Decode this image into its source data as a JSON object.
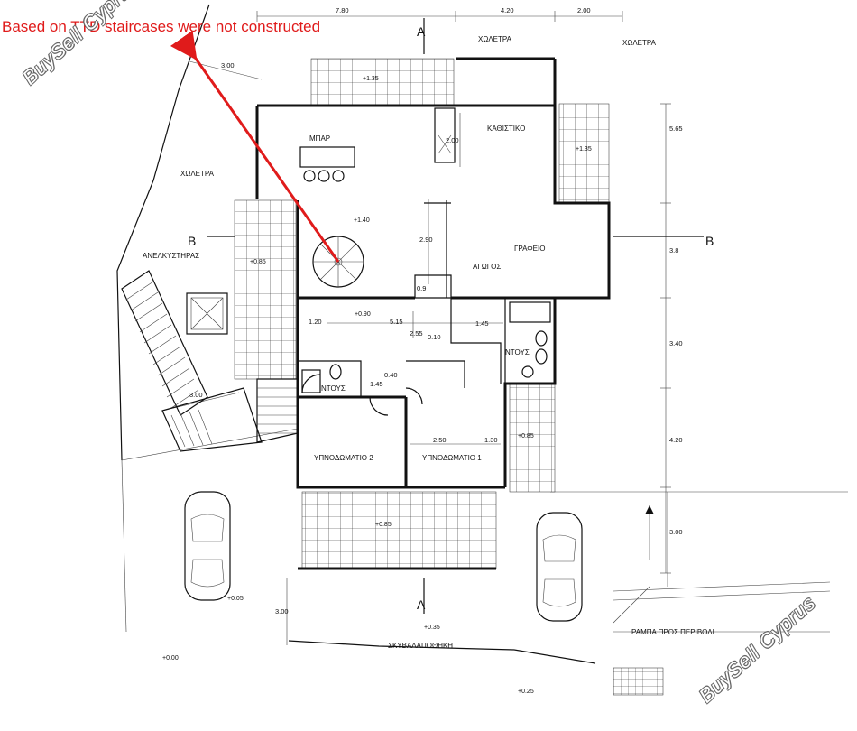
{
  "annotation": {
    "text": "Based on TTD staircases were not constructed",
    "color": "#e01b1b"
  },
  "watermark": "BuySell Cyprus",
  "rooms": {
    "bar": "ΜΠΑΡ",
    "living": "ΚΑΘΙΣΤΙΚΟ",
    "office": "ΓΡΑΦΕΙΟ",
    "bedroom2": "ΥΠΝΟΔΩΜΑΤΙΟ 2",
    "bedroom1": "ΥΠΝΟΔΩΜΑΤΙΟ 1",
    "shower_left": "ΝΤΟΥΣ",
    "shower_right": "ΝΤΟΥΣ",
    "ramp": "ΡΑΜΠΑ ΠΡΟΣ ΠΕΡΙΒΟΛΙ"
  },
  "labels": {
    "gutter_top": "ΧΩΛΕΤΡΑ",
    "gutter_right": "ΧΩΛΕΤΡΑ",
    "gutter_left": "ΧΩΛΕΤΡΑ",
    "elevator": "ΑΝΕΛΚΥΣΤΗΡΑΣ",
    "duct": "ΑΓΩΓΟΣ",
    "storage": "ΣΚΥΒΑΛΑΠΟΘΗΚΗ"
  },
  "section_marks": {
    "a_top": "A",
    "a_bottom": "A",
    "b_left": "B",
    "b_right": "B"
  },
  "dimensions": {
    "top_1": "7.80",
    "top_2": "4.20",
    "top_3": "2.00",
    "right_1": "5.65",
    "right_2": "3.8",
    "right_3": "3.40",
    "right_4": "4.20",
    "right_5": "3.00",
    "stair_top": "3.00",
    "stair_bottom": "3.00",
    "parking": "3.00",
    "kitchen_v": "2.00",
    "mid_v": "2.90",
    "small_v": "0.9",
    "hall_w": "1.20",
    "corridor": "5.15",
    "c_v": "2.55",
    "c_gap": "0.10",
    "c_right": "1.45",
    "bath_v1": "1.45",
    "bath_v2": "0.40",
    "bed_w": "2.50",
    "bed_side": "1.30"
  },
  "levels": {
    "top_balcony": "+1.35",
    "right_balcony": "+1.35",
    "living": "+1.40",
    "left_terrace": "+0.85",
    "hall": "+0.90",
    "right_terrace": "+0.85",
    "front_terrace": "+0.85",
    "parking_left": "+0.05",
    "ground_left": "+0.00",
    "entry": "+0.35",
    "storage": "+0.25"
  }
}
